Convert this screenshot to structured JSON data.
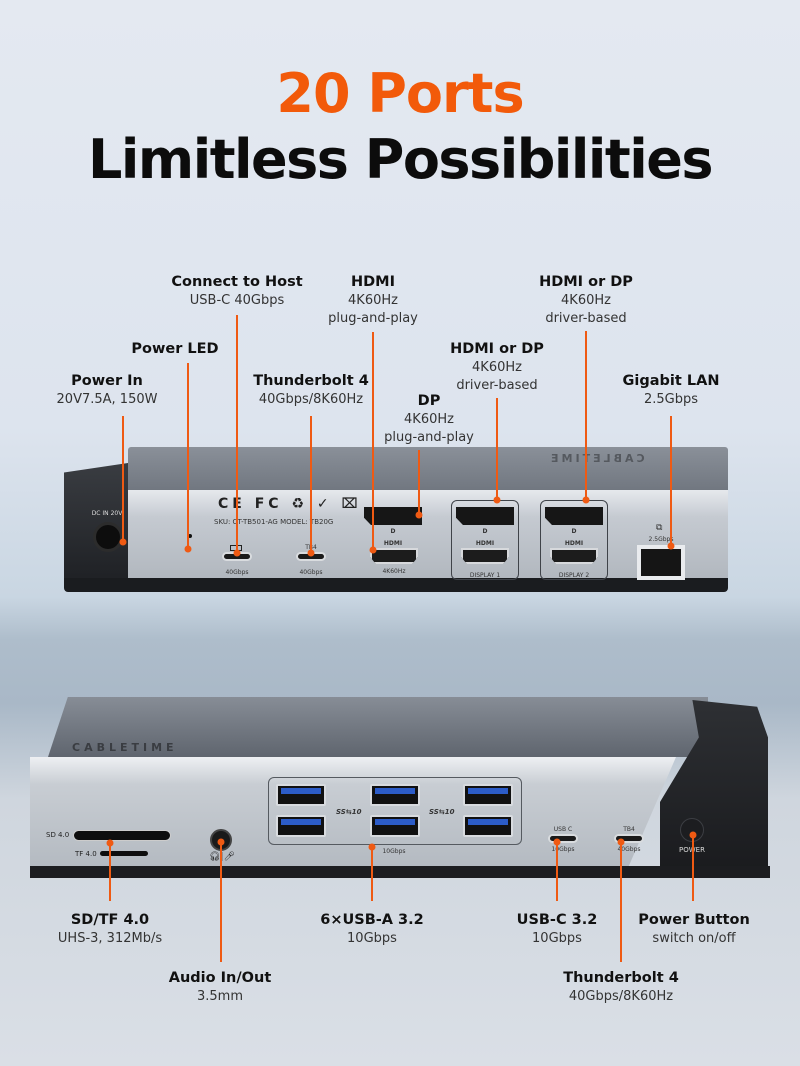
{
  "header": {
    "title_line1": "20 Ports",
    "title_line2": "Limitless Possibilities",
    "accent_color": "#f25a0a"
  },
  "top_device": {
    "brand": "CABLETIME",
    "sku_text": "SKU: CT-TB501-AG MODEL: TB20G",
    "cert_marks": [
      "CE",
      "FC",
      "recycle-icon",
      "rcm-check-icon",
      "weee-bin-icon"
    ],
    "printed": {
      "dc_in": "DC IN 20V",
      "host_speed": "40Gbps",
      "tb4_label": "TB4",
      "tb4_speed": "40Gbps",
      "hdmi_speed": "4K60Hz",
      "hdmi_logo": "HDMI",
      "dp_logo": "D",
      "display1": "DISPLAY 1",
      "display2": "DISPLAY 2",
      "lan_speed": "2.5Gbps"
    },
    "callouts": [
      {
        "title": "Power In",
        "sub": [
          "20V7.5A, 150W"
        ]
      },
      {
        "title": "Power LED",
        "sub": []
      },
      {
        "title": "Connect to Host",
        "sub": [
          "USB-C 40Gbps"
        ]
      },
      {
        "title": "Thunderbolt 4",
        "sub": [
          "40Gbps/8K60Hz"
        ]
      },
      {
        "title": "HDMI",
        "sub": [
          "4K60Hz",
          "plug-and-play"
        ]
      },
      {
        "title": "DP",
        "sub": [
          "4K60Hz",
          "plug-and-play"
        ]
      },
      {
        "title": "HDMI or DP",
        "sub": [
          "4K60Hz",
          "driver-based"
        ]
      },
      {
        "title": "HDMI or DP",
        "sub": [
          "4K60Hz",
          "driver-based"
        ]
      },
      {
        "title": "Gigabit LAN",
        "sub": [
          "2.5Gbps"
        ]
      }
    ]
  },
  "bottom_device": {
    "brand": "CABLETIME",
    "printed": {
      "sd": "SD 4.0",
      "tf": "TF 4.0",
      "usba_speed": "10Gbps",
      "ss_logo": "SS⇆10",
      "usbc_label": "USB C",
      "usbc_speed": "10Gbps",
      "tb4_label": "TB4",
      "tb4_speed": "40Gbps",
      "power": "POWER"
    },
    "callouts": [
      {
        "title": "SD/TF 4.0",
        "sub": [
          "UHS-3, 312Mb/s"
        ]
      },
      {
        "title": "Audio In/Out",
        "sub": [
          "3.5mm"
        ]
      },
      {
        "title": "6×USB-A 3.2",
        "sub": [
          "10Gbps"
        ]
      },
      {
        "title": "USB-C 3.2",
        "sub": [
          "10Gbps"
        ]
      },
      {
        "title": "Power Button",
        "sub": [
          "switch on/off"
        ]
      },
      {
        "title": "Thunderbolt 4",
        "sub": [
          "40Gbps/8K60Hz"
        ]
      }
    ]
  }
}
